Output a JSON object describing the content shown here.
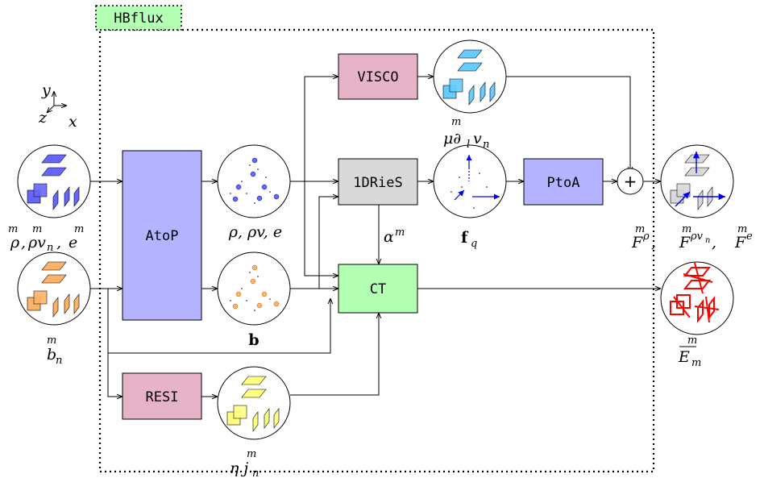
{
  "frame_label": "HBflux",
  "axes": {
    "x": "x",
    "y": "y",
    "z": "z"
  },
  "blocks": {
    "atop": "AtoP",
    "visco": "VISCO",
    "riemann": "1DRieS",
    "ptoa": "PtoA",
    "ct": "CT",
    "resi": "RESI",
    "sum": "+"
  },
  "labels": {
    "input_conserved": {
      "rho": "ρ",
      "rho_v": "ρv",
      "v_sub": "n",
      "sep": ",",
      "e": "e",
      "marker": "m"
    },
    "input_b": {
      "b": "b",
      "sub": "n",
      "marker": "m"
    },
    "primitive": "ρ, ρv, e",
    "primitive_bold_v": "v",
    "b_field": "b",
    "viscous": {
      "mu": "μ∂",
      "sub_l": "l",
      "v": "v",
      "sub_n": "n",
      "marker": "m"
    },
    "flux_q": {
      "f": "f",
      "sub": "q"
    },
    "alpha": {
      "alpha": "α",
      "sup": "m"
    },
    "resist": {
      "eta": "η j",
      "sub": "n",
      "marker": "m"
    },
    "output_F": {
      "F": "F",
      "sup_rho": "ρ",
      "sup_rhov": "ρv",
      "sup_rhov_sub": "n",
      "sup_e": "e",
      "sep": ",",
      "marker": "m"
    },
    "output_E": {
      "E": "E",
      "sub": "m",
      "marker": "m"
    }
  },
  "colors": {
    "atop": "#b3b3ff",
    "visco": "#e6b3c8",
    "riemann": "#d9d9d9",
    "ptoa": "#b3b3ff",
    "ct": "#b3ffb3",
    "resi": "#e6b3c8",
    "frame_label_bg": "#b3ffb3",
    "blue_cells": "#6666ff",
    "orange_cells": "#ffb366",
    "yellow_cells": "#ffff80",
    "cyan_cells": "#66ccff",
    "red_cells": "#ff0000"
  }
}
